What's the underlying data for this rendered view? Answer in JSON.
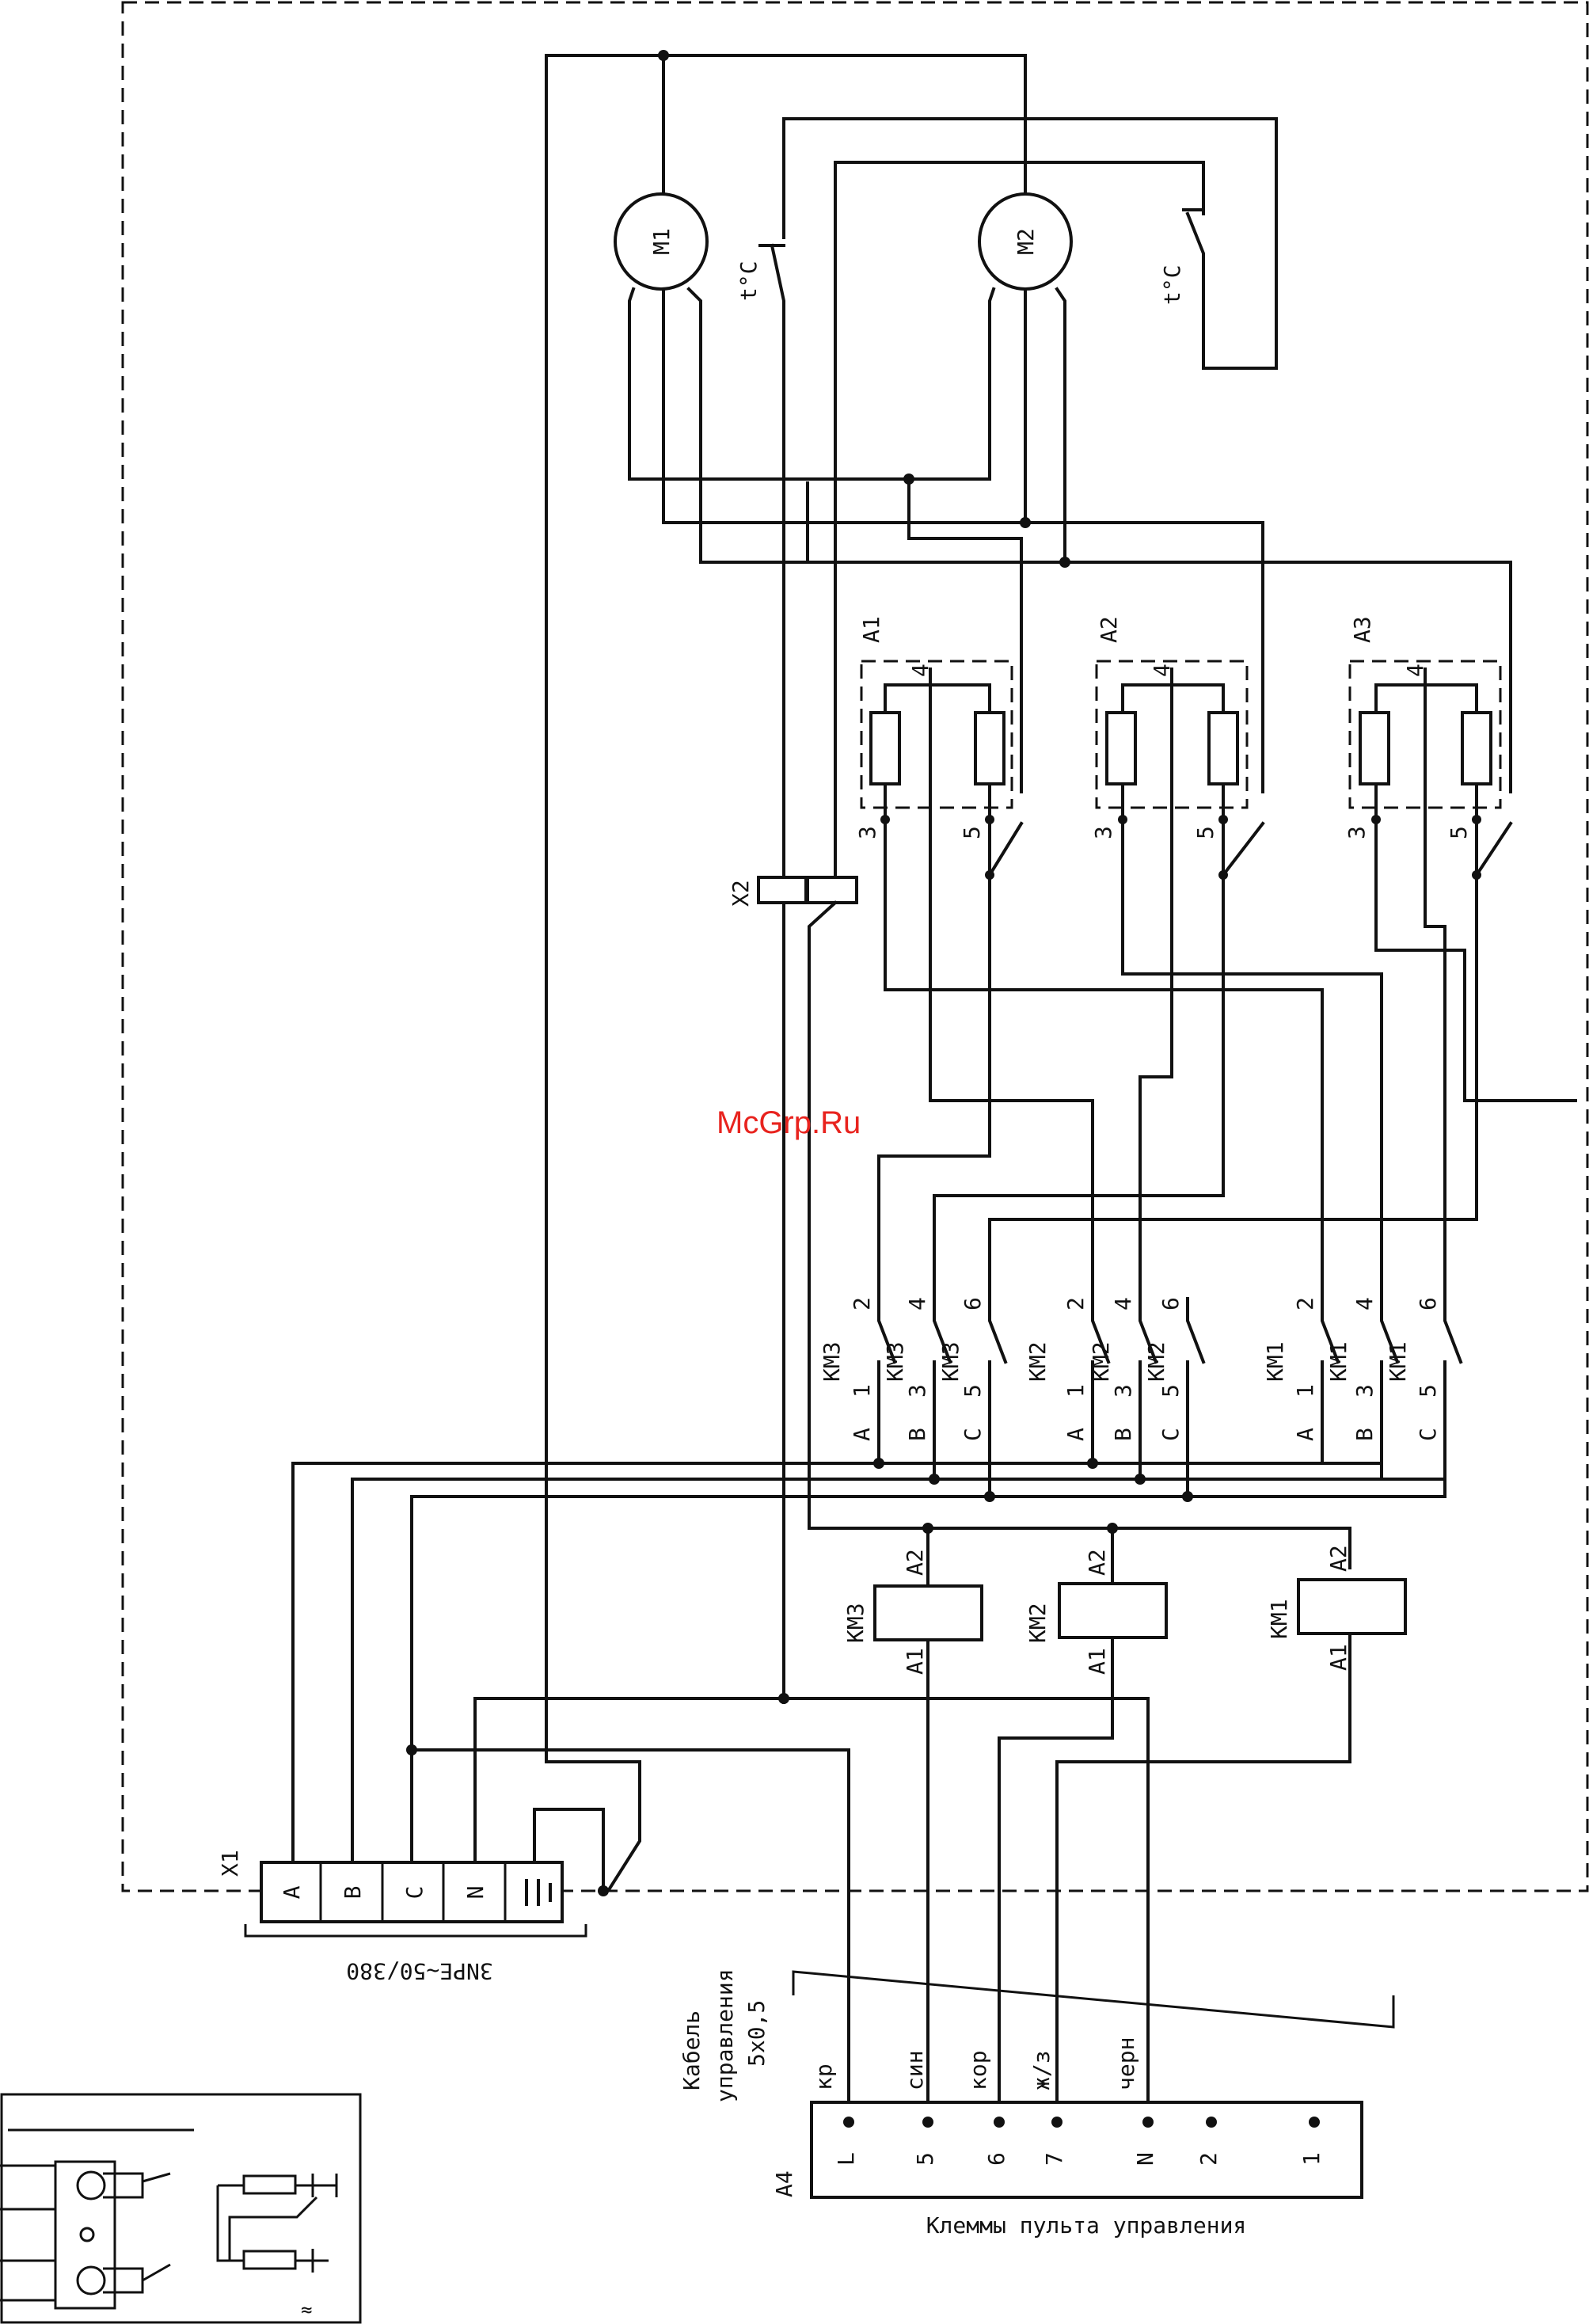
{
  "labels": {
    "motor1": "M1",
    "motor2": "M2",
    "thermostat": "t°C",
    "heaters": [
      "A1",
      "A2",
      "A3"
    ],
    "heater_pins": [
      "3",
      "4",
      "5"
    ],
    "connector_x2": "X2",
    "contactors": [
      "KM3",
      "KM2",
      "KM1"
    ],
    "contact_pins_top": [
      "2",
      "4",
      "6"
    ],
    "contact_pins_bottom": [
      "1",
      "3",
      "5"
    ],
    "phases": [
      "A",
      "B",
      "C"
    ],
    "coil_pins": [
      "A2",
      "A1"
    ],
    "terminal_x1": "X1",
    "terminal_x1_slots": [
      "A",
      "B",
      "C",
      "N",
      "⏚"
    ],
    "supply": "3NPE~50/380",
    "cable": [
      "Кабель",
      "управления",
      "5х0,5"
    ],
    "wire_colors": [
      "кр",
      "син",
      "кор",
      "ж/з",
      "черн"
    ],
    "panel_id": "A4",
    "panel_pins": [
      "L",
      "5",
      "6",
      "7",
      "N",
      "2",
      "1"
    ],
    "panel_caption": "Клеммы пульта управления",
    "watermark": "McGrp.Ru"
  }
}
